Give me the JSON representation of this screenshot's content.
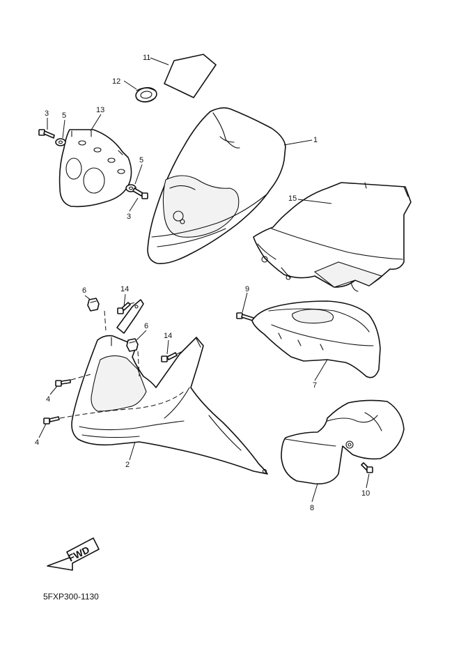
{
  "callouts": {
    "c1": "1",
    "c2": "2",
    "c3a": "3",
    "c3b": "3",
    "c4a": "4",
    "c4b": "4",
    "c5a": "5",
    "c5b": "5",
    "c6a": "6",
    "c6b": "6",
    "c7": "7",
    "c8": "8",
    "c9": "9",
    "c10": "10",
    "c11": "11",
    "c12": "12",
    "c13": "13",
    "c14a": "14",
    "c14b": "14",
    "c15": "15"
  },
  "fwd_label": "FWD",
  "diagram_code": "5FXP300-1130"
}
